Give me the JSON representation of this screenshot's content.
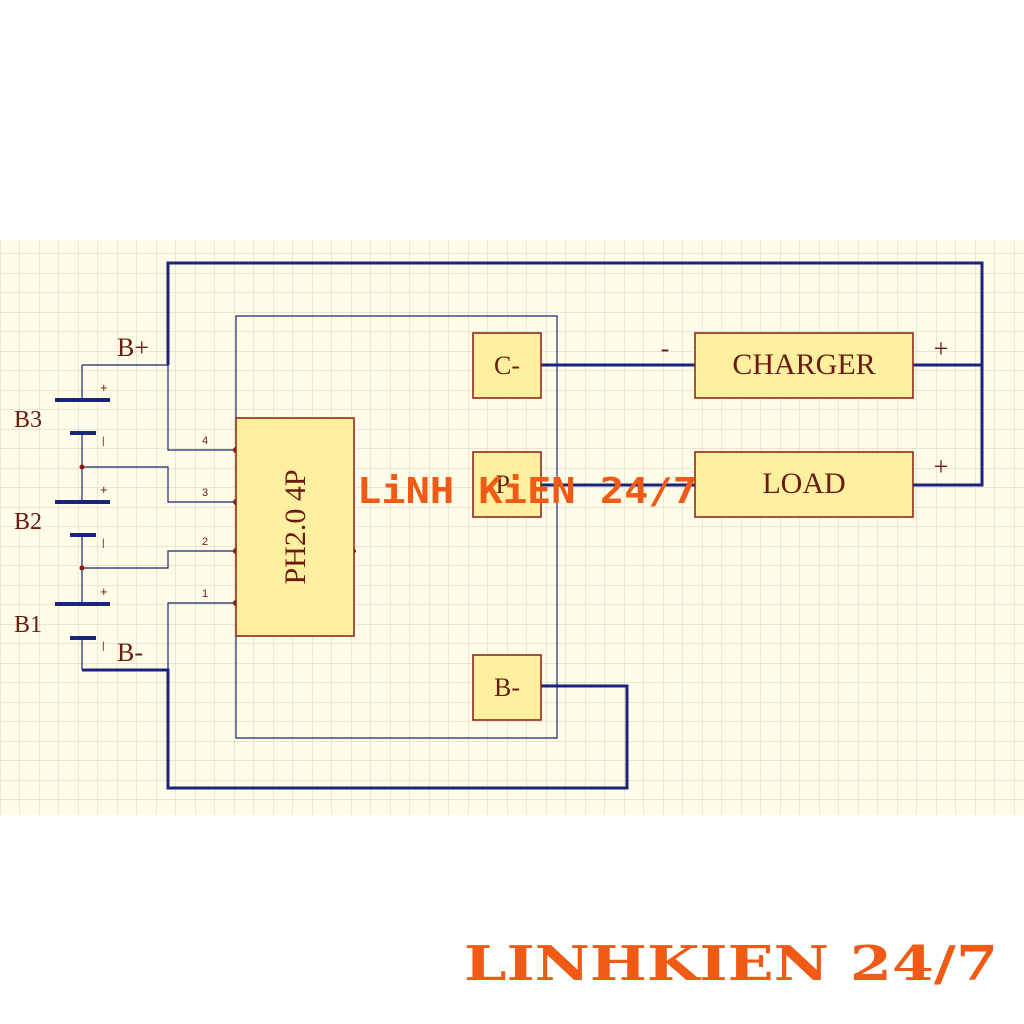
{
  "diagram": {
    "connector": {
      "label": "PH2.0 4P",
      "pins": [
        "4",
        "3",
        "2",
        "1"
      ]
    },
    "pads": {
      "c_minus": "C-",
      "p_minus": "P-",
      "b_minus": "B-"
    },
    "devices": {
      "charger": "CHARGER",
      "load": "LOAD"
    },
    "polarity": {
      "charger_neg": "-",
      "charger_pos": "+",
      "load_pos": "+"
    },
    "rails": {
      "b_plus": "B+",
      "b_minus": "B-"
    },
    "cells": [
      {
        "name": "B3",
        "plus": "+",
        "minus": "|"
      },
      {
        "name": "B2",
        "plus": "+",
        "minus": "|"
      },
      {
        "name": "B1",
        "plus": "+",
        "minus": "|"
      }
    ],
    "colors": {
      "grid_bg": "#fffde7",
      "grid_line": "#cfd2c2",
      "wire": "#1a237e",
      "component_fill": "#fff0a0",
      "text": "#6b1a10",
      "watermark": "#f05a14"
    }
  },
  "watermarks": {
    "middle": "LiNH KiEN 24/7",
    "bottom": "LINHKIEN 24/7"
  }
}
